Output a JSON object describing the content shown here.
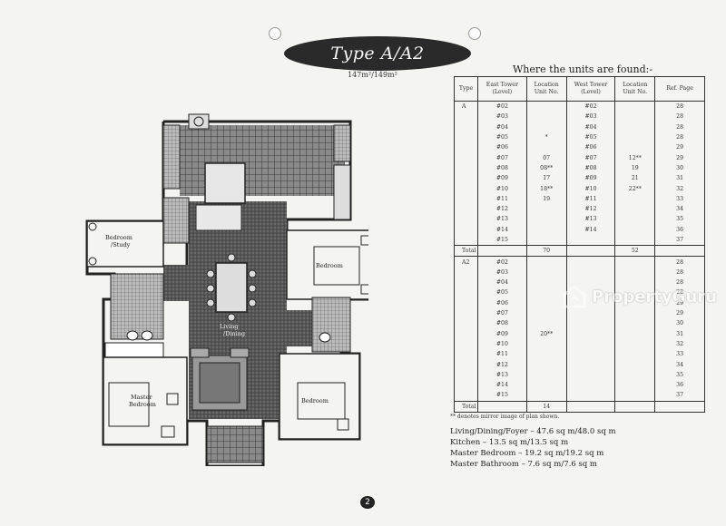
{
  "header": {
    "title": "Type A/A2",
    "area": "147m²/149m²"
  },
  "plan": {
    "rooms": {
      "bedroom_study": [
        "Bedroom",
        "/Study"
      ],
      "bedroom_right": "Bedroom",
      "master_bedroom": [
        "Master",
        "Bedroom"
      ],
      "bedroom_bottom": "Bedroom",
      "living_dining": [
        "Living",
        "/Dining"
      ]
    }
  },
  "table": {
    "title": "Where the units are found:-",
    "headers": [
      "Type",
      "East Tower (Level)",
      "Location Unit No.",
      "West Tower (Level)",
      "Location Unit No.",
      "Ref. Page"
    ],
    "type_a": {
      "label": "A",
      "rows": [
        [
          "#02",
          "",
          "#02",
          "",
          "28"
        ],
        [
          "#03",
          "",
          "#03",
          "",
          "28"
        ],
        [
          "#04",
          "",
          "#04",
          "",
          "28"
        ],
        [
          "#05",
          "*",
          "#05",
          "",
          "28"
        ],
        [
          "#06",
          "",
          "#06",
          "",
          "29"
        ],
        [
          "#07",
          "07",
          "#07",
          "12**",
          "29"
        ],
        [
          "#08",
          "08**",
          "#08",
          "19",
          "30"
        ],
        [
          "#09",
          "17",
          "#09",
          "21",
          "31"
        ],
        [
          "#10",
          "18**",
          "#10",
          "22**",
          "32"
        ],
        [
          "#11",
          "19",
          "#11",
          "",
          "33"
        ],
        [
          "#12",
          "",
          "#12",
          "",
          "34"
        ],
        [
          "#13",
          "",
          "#13",
          "",
          "35"
        ],
        [
          "#14",
          "",
          "#14",
          "",
          "36"
        ],
        [
          "#15",
          "",
          "",
          "",
          "37"
        ]
      ],
      "total_label": "Total",
      "total_east": "70",
      "total_west": "52"
    },
    "type_a2": {
      "label": "A2",
      "rows": [
        [
          "#02",
          "",
          "",
          "",
          "28"
        ],
        [
          "#03",
          "",
          "",
          "",
          "28"
        ],
        [
          "#04",
          "",
          "",
          "",
          "28"
        ],
        [
          "#05",
          "",
          "",
          "",
          "28"
        ],
        [
          "#06",
          "",
          "",
          "",
          "29"
        ],
        [
          "#07",
          "",
          "",
          "",
          "29"
        ],
        [
          "#08",
          "",
          "",
          "",
          "30"
        ],
        [
          "#09",
          "20**",
          "",
          "",
          "31"
        ],
        [
          "#10",
          "",
          "",
          "",
          "32"
        ],
        [
          "#11",
          "",
          "",
          "",
          "33"
        ],
        [
          "#12",
          "",
          "",
          "",
          "34"
        ],
        [
          "#13",
          "",
          "",
          "",
          "35"
        ],
        [
          "#14",
          "",
          "",
          "",
          "36"
        ],
        [
          "#15",
          "",
          "",
          "",
          "37"
        ]
      ],
      "total_label": "Total",
      "total_east": "14",
      "total_west": ""
    }
  },
  "footnote": "** denotes mirror image of plan shown.",
  "sizes": [
    "Living/Dining/Foyer – 47.6 sq m/48.0 sq m",
    "Kitchen – 13.5 sq m/13.5 sq m",
    "Master Bedroom – 19.2 sq m/19.2 sq m",
    "Master Bathroom – 7.6 sq m/7.6 sq m"
  ],
  "page_number": "2",
  "watermark": "PropertyGuru"
}
